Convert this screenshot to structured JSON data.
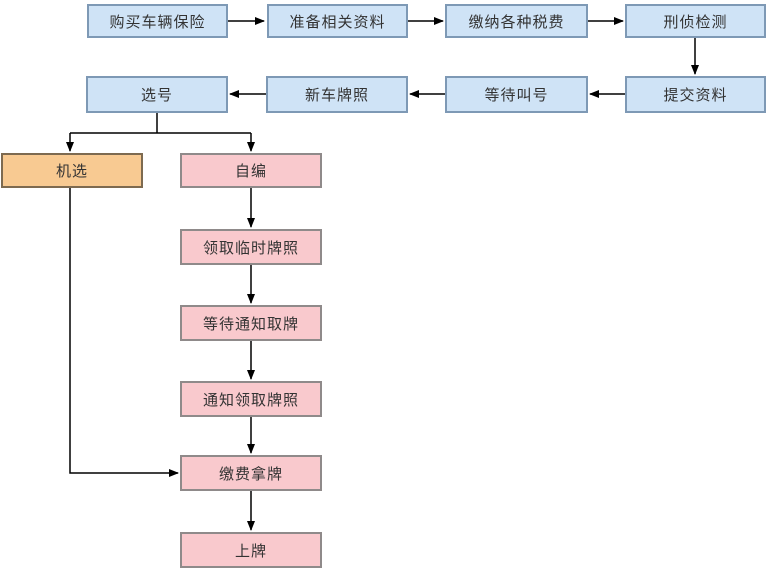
{
  "diagram": {
    "type": "flowchart",
    "nodes": {
      "buy_insurance": {
        "label": "购买车辆保险",
        "shape": "rect",
        "color": "blue"
      },
      "prepare_materials": {
        "label": "准备相关资料",
        "shape": "rect",
        "color": "blue"
      },
      "pay_taxes": {
        "label": "缴纳各种税费",
        "shape": "rect",
        "color": "blue"
      },
      "criminal_inspection": {
        "label": "刑侦检测",
        "shape": "rect",
        "color": "blue"
      },
      "submit_materials": {
        "label": "提交资料",
        "shape": "rect",
        "color": "blue"
      },
      "wait_call_number": {
        "label": "等待叫号",
        "shape": "rect",
        "color": "blue"
      },
      "new_car_plate": {
        "label": "新车牌照",
        "shape": "rect",
        "color": "blue"
      },
      "choose_number": {
        "label": "选号",
        "shape": "rect",
        "color": "blue"
      },
      "random_selection": {
        "label": "机选",
        "shape": "rect",
        "color": "orange"
      },
      "self_composed": {
        "label": "自编",
        "shape": "rect",
        "color": "pink"
      },
      "temporary_plate": {
        "label": "领取临时牌照",
        "shape": "rect",
        "color": "pink"
      },
      "wait_notice": {
        "label": "等待通知取牌",
        "shape": "rect",
        "color": "pink"
      },
      "notice_collect_plate": {
        "label": "通知领取牌照",
        "shape": "rect",
        "color": "pink"
      },
      "pay_fee_get_plate": {
        "label": "缴费拿牌",
        "shape": "rect",
        "color": "pink"
      },
      "mount_plate": {
        "label": "上牌",
        "shape": "rect",
        "color": "pink"
      }
    },
    "edges": [
      {
        "from": "buy_insurance",
        "to": "prepare_materials"
      },
      {
        "from": "prepare_materials",
        "to": "pay_taxes"
      },
      {
        "from": "pay_taxes",
        "to": "criminal_inspection"
      },
      {
        "from": "criminal_inspection",
        "to": "submit_materials"
      },
      {
        "from": "submit_materials",
        "to": "wait_call_number"
      },
      {
        "from": "wait_call_number",
        "to": "new_car_plate"
      },
      {
        "from": "new_car_plate",
        "to": "choose_number"
      },
      {
        "from": "choose_number",
        "to": "random_selection"
      },
      {
        "from": "choose_number",
        "to": "self_composed"
      },
      {
        "from": "self_composed",
        "to": "temporary_plate"
      },
      {
        "from": "temporary_plate",
        "to": "wait_notice"
      },
      {
        "from": "wait_notice",
        "to": "notice_collect_plate"
      },
      {
        "from": "notice_collect_plate",
        "to": "pay_fee_get_plate"
      },
      {
        "from": "pay_fee_get_plate",
        "to": "mount_plate"
      },
      {
        "from": "random_selection",
        "to": "pay_fee_get_plate"
      }
    ],
    "colors": {
      "process_fill": "#cfe3f6",
      "process_stroke": "#7e99b5",
      "random_option_fill": "#f8ca92",
      "random_option_stroke": "#7d6a50",
      "manual_option_fill": "#f9c9cd",
      "manual_option_stroke": "#8f8a8a",
      "connector": "#000000",
      "text": "#333333",
      "background": "#ffffff"
    }
  }
}
